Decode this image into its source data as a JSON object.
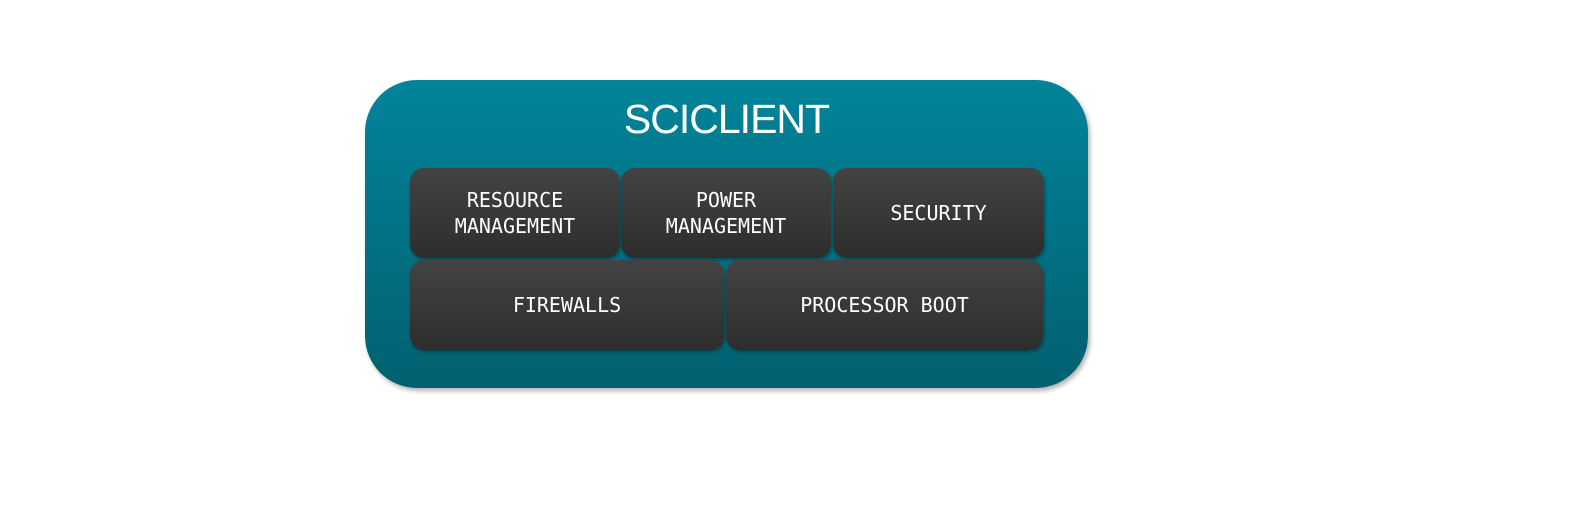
{
  "title": "SCICLIENT",
  "modules": {
    "resource_management": "RESOURCE\nMANAGEMENT",
    "power_management": "POWER\nMANAGEMENT",
    "security": "SECURITY",
    "firewalls": "FIREWALLS",
    "processor_boot": "PROCESSOR BOOT"
  }
}
